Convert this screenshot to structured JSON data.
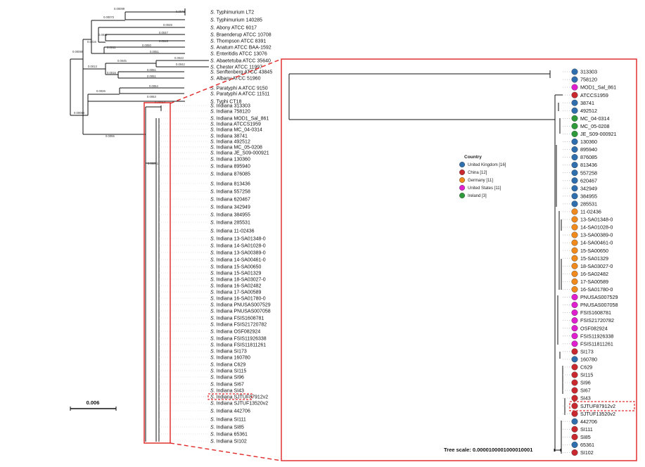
{
  "left_tree": {
    "scale_label": "0.006",
    "leaves_top": [
      "Typhimurium LT2",
      "Typhimurium 140285",
      "Abony ATCC 6017",
      "Braenderup ATCC 10708",
      "Thompson ATCC 8391",
      "Anatum ATCC BAA-1592",
      "Enteritidis ATCC 13076",
      "Abaetetuba ATCC 35640",
      "Chester ATCC 11997",
      "Senftenberg ATCC 43845",
      "Albany ATCC 51960",
      "Paratyphi A ATCC 9150",
      "Paratyphi A ATCC 11511",
      "Typhi CT18"
    ],
    "leaves_indiana": [
      "Indiana 313303",
      "Indiana 758120",
      "Indiana MOD1_Sal_861",
      "Indiana ATCCS1959",
      "Indiana MC_04-0314",
      "Indiana 38741",
      "Indiana 492512",
      "Indiana MC_05-0208",
      "Indiana JE_S09-000921",
      "Indiana 130360",
      "Indiana 895940",
      "Indiana 876085",
      "Indiana 813436",
      "Indiana 557258",
      "Indiana 620467",
      "Indiana 342949",
      "Indiana 384955",
      "Indiana 285531",
      "Indiana 11-02436",
      "Indiana 13-SA01348-0",
      "Indiana 14-SA01028-0",
      "Indiana 13-SA00389-0",
      "Indiana 14-SA00461-0",
      "Indiana 15-SA00650",
      "Indiana 15-SA01329",
      "Indiana 18-SA03027-0",
      "Indiana 16-SA02482",
      "Indiana 17-SA00589",
      "Indiana 16-SA01780-0",
      "Indiana PNUSAS007529",
      "Indiana PNUSAS007058",
      "Indiana FSIS1608781",
      "Indiana FSIS21720782",
      "Indiana OSF082924",
      "Indiana FSIS11926338",
      "Indiana FSIS11811261",
      "Indiana SI173",
      "Indiana 160780",
      "Indiana C629",
      "Indiana SI115",
      "Indiana SI96",
      "Indiana SI67",
      "Indiana SI43",
      "Indiana SJTUF87912v2",
      "Indiana SJTUF13520v2",
      "Indiana 442706",
      "Indiana SI111",
      "Indiana SI85",
      "Indiana 65361",
      "Indiana SI102"
    ],
    "genus_prefix": "S.",
    "branch_lengths": [
      "0.0046",
      "0.00099",
      "0.0049",
      "0.00072",
      "0.0047",
      "0.0011",
      "0.0046",
      "0.0016",
      "0.0050",
      "0.0011",
      "0.0051",
      "0.00065",
      "0.0043",
      "0.0045",
      "0.0042",
      "0.0013",
      "0.0051",
      "0.0016",
      "0.0051",
      "0.0054",
      "0.0026",
      "0.0063",
      "0.00063",
      "0.0055",
      "0.00054",
      "0.00051"
    ]
  },
  "legend": {
    "title": "Country",
    "items": [
      {
        "label": "United Kingdom [16]",
        "color": "#2f6fad"
      },
      {
        "label": "China [12]",
        "color": "#c8282e"
      },
      {
        "label": "Germany [11]",
        "color": "#f08a1c"
      },
      {
        "label": "United States [11]",
        "color": "#e01fcf"
      },
      {
        "label": "Ireland [3]",
        "color": "#2e9a3a"
      }
    ]
  },
  "right_tree": {
    "scale_text": "Tree scale: 0.0000100001000010001",
    "leaves": [
      {
        "label": "313303",
        "color": "#2f6fad"
      },
      {
        "label": "758120",
        "color": "#2f6fad"
      },
      {
        "label": "MOD1_Sal_861",
        "color": "#e01fcf"
      },
      {
        "label": "ATCCS1959",
        "color": "#c8282e"
      },
      {
        "label": "38741",
        "color": "#2f6fad"
      },
      {
        "label": "492512",
        "color": "#2f6fad"
      },
      {
        "label": "MC_04-0314",
        "color": "#2e9a3a"
      },
      {
        "label": "MC_05-0208",
        "color": "#2e9a3a"
      },
      {
        "label": "JE_S09-000921",
        "color": "#2e9a3a"
      },
      {
        "label": "130360",
        "color": "#2f6fad"
      },
      {
        "label": "895940",
        "color": "#2f6fad"
      },
      {
        "label": "876085",
        "color": "#2f6fad"
      },
      {
        "label": "813436",
        "color": "#2f6fad"
      },
      {
        "label": "557258",
        "color": "#2f6fad"
      },
      {
        "label": "620467",
        "color": "#2f6fad"
      },
      {
        "label": "342949",
        "color": "#2f6fad"
      },
      {
        "label": "384955",
        "color": "#2f6fad"
      },
      {
        "label": "285531",
        "color": "#2f6fad"
      },
      {
        "label": "11-02436",
        "color": "#f08a1c"
      },
      {
        "label": "13-SA01348-0",
        "color": "#f08a1c"
      },
      {
        "label": "14-SA01028-0",
        "color": "#f08a1c"
      },
      {
        "label": "13-SA00389-0",
        "color": "#f08a1c"
      },
      {
        "label": "14-SA00461-0",
        "color": "#f08a1c"
      },
      {
        "label": "15-SA00650",
        "color": "#f08a1c"
      },
      {
        "label": "15-SA01329",
        "color": "#f08a1c"
      },
      {
        "label": "18-SA03027-0",
        "color": "#f08a1c"
      },
      {
        "label": "16-SA02482",
        "color": "#f08a1c"
      },
      {
        "label": "17-SA00589",
        "color": "#f08a1c"
      },
      {
        "label": "16-SA01780-0",
        "color": "#f08a1c"
      },
      {
        "label": "PNUSAS007529",
        "color": "#e01fcf"
      },
      {
        "label": "PNUSAS007058",
        "color": "#e01fcf"
      },
      {
        "label": "FSIS1608781",
        "color": "#e01fcf"
      },
      {
        "label": "FSIS21720782",
        "color": "#e01fcf"
      },
      {
        "label": "OSF082924",
        "color": "#e01fcf"
      },
      {
        "label": "FSIS11926338",
        "color": "#e01fcf"
      },
      {
        "label": "FSIS11811261",
        "color": "#e01fcf"
      },
      {
        "label": "SI173",
        "color": "#c8282e"
      },
      {
        "label": "160780",
        "color": "#2f6fad"
      },
      {
        "label": "C629",
        "color": "#c8282e"
      },
      {
        "label": "SI115",
        "color": "#c8282e"
      },
      {
        "label": "SI96",
        "color": "#c8282e"
      },
      {
        "label": "SI67",
        "color": "#c8282e"
      },
      {
        "label": "SI43",
        "color": "#c8282e"
      },
      {
        "label": "SJTUF87912v2",
        "color": "#c8282e"
      },
      {
        "label": "SJTUF13520v2",
        "color": "#c8282e"
      },
      {
        "label": "442706",
        "color": "#2f6fad"
      },
      {
        "label": "SI111",
        "color": "#c8282e"
      },
      {
        "label": "SI85",
        "color": "#c8282e"
      },
      {
        "label": "65361",
        "color": "#2f6fad"
      },
      {
        "label": "SI102",
        "color": "#c8282e"
      }
    ]
  },
  "highlight_color": "#e23030"
}
